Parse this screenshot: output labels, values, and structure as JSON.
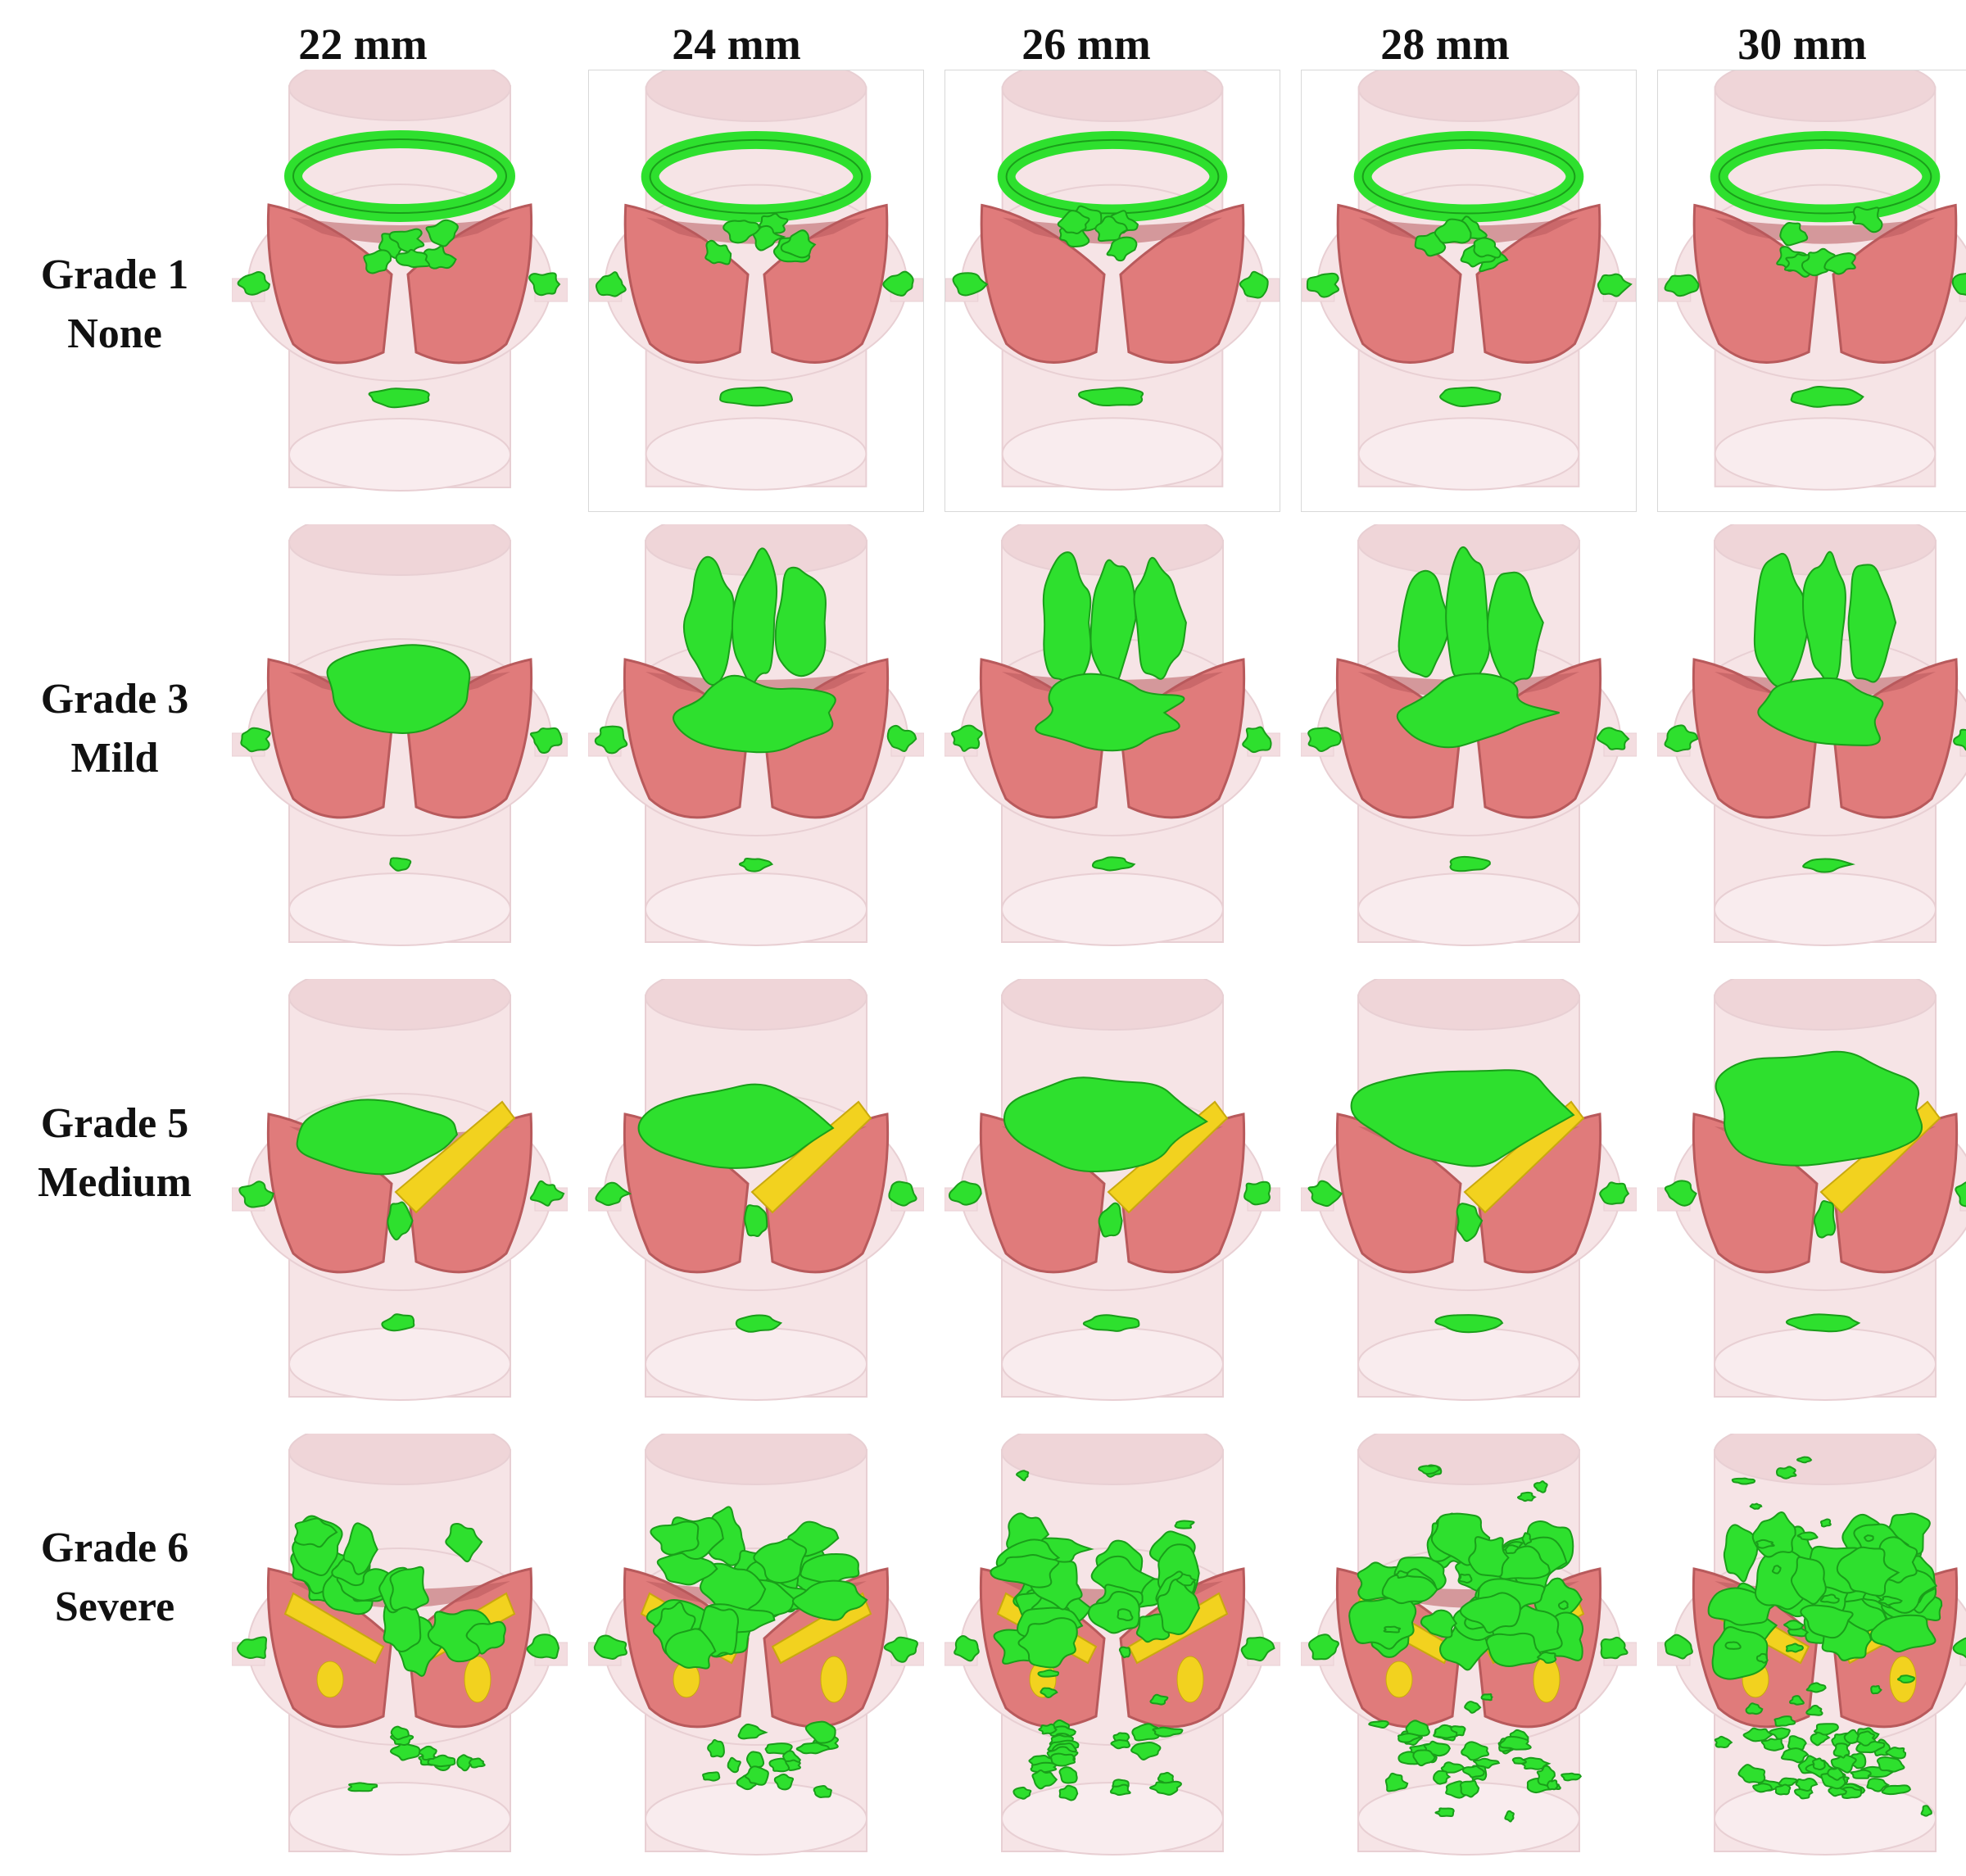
{
  "columns": [
    "22 mm",
    "24 mm",
    "26 mm",
    "28 mm",
    "30 mm"
  ],
  "rows": [
    {
      "grade": "Grade 1",
      "severity": "None",
      "level": 1
    },
    {
      "grade": "Grade 3",
      "severity": "Mild",
      "level": 3
    },
    {
      "grade": "Grade 5",
      "severity": "Medium",
      "level": 5
    },
    {
      "grade": "Grade 6",
      "severity": "Severe",
      "level": 6
    }
  ],
  "colors": {
    "vessel": "#f6e4e6",
    "vessel_edge": "#e8cfd3",
    "leaflet": "#e07b7b",
    "leaflet_dark": "#b85a5c",
    "vortex": "#2ee02e",
    "vortex_dark": "#1a9e1a",
    "secondary": "#f2d21f"
  }
}
